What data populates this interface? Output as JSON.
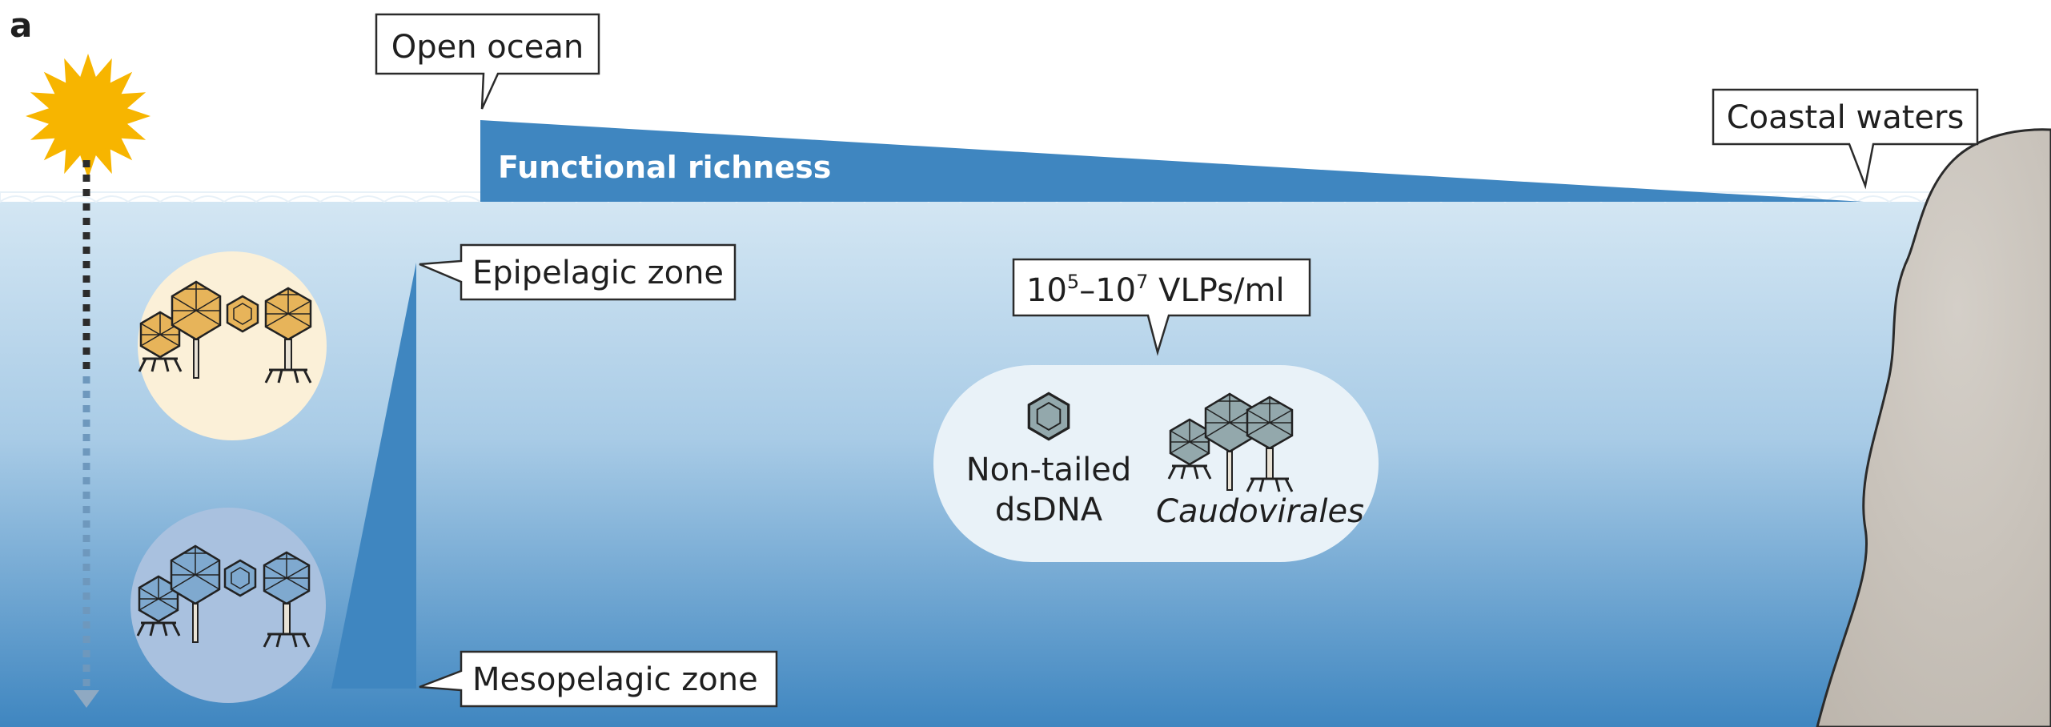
{
  "panel_label": "a",
  "labels": {
    "open_ocean": "Open ocean",
    "coastal_waters": "Coastal waters",
    "functional_richness": "Functional richness",
    "epipelagic_zone": "Epipelagic zone",
    "mesopelagic_zone": "Mesopelagic zone",
    "vlp_concentration": {
      "base1": "10",
      "exp1": "5",
      "dash": "–",
      "base2": "10",
      "exp2": "7",
      "unit": " VLPs/ml"
    },
    "non_tailed_line1": "Non-tailed",
    "non_tailed_line2": "dsDNA",
    "caudovirales": "Caudovirales"
  },
  "colors": {
    "sky": "#ffffff",
    "ocean_top": "#cfe3f1",
    "ocean_bottom": "#3f86c0",
    "wedge": "#3f86c0",
    "sun": "#f7b500",
    "cliff": "#c9c3bb",
    "virus_yellow": "#e7b45a",
    "virus_blue": "#7fa9cf",
    "virus_grey": "#93a8ac",
    "circle_yellow": "#fbf0d8",
    "circle_blue": "#a9c1df"
  }
}
